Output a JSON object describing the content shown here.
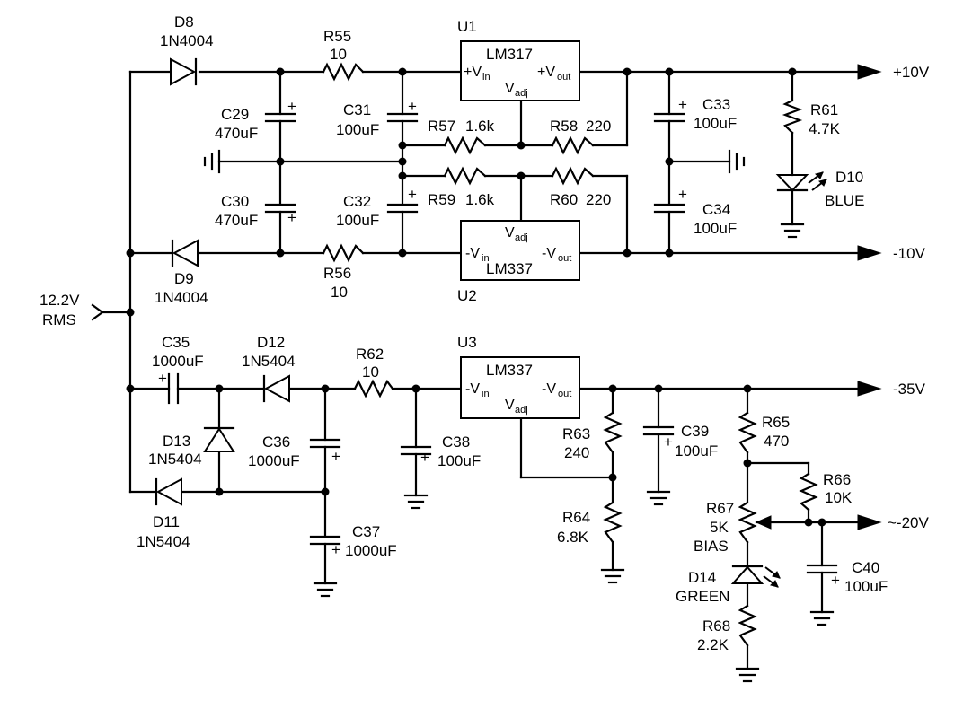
{
  "input": {
    "voltage": "12.2V",
    "unit": "RMS"
  },
  "outputs": {
    "plus10": "+10V",
    "minus10": "-10V",
    "minus35": "-35V",
    "minus20": "~-20V"
  },
  "ics": {
    "u1": {
      "ref": "U1",
      "part": "LM317",
      "vin": "+V",
      "vout": "+V",
      "vadj": "V"
    },
    "u2": {
      "ref": "U2",
      "part": "LM337",
      "vin": "-V",
      "vout": "-V",
      "vadj": "V"
    },
    "u3": {
      "ref": "U3",
      "part": "LM337",
      "vin": "-V",
      "vout": "-V",
      "vadj": "V"
    },
    "sub": {
      "in": "in",
      "out": "out",
      "adj": "adj"
    }
  },
  "diodes": {
    "d8": {
      "ref": "D8",
      "value": "1N4004"
    },
    "d9": {
      "ref": "D9",
      "value": "1N4004"
    },
    "d10": {
      "ref": "D10",
      "value": "BLUE"
    },
    "d11": {
      "ref": "D11",
      "value": "1N5404"
    },
    "d12": {
      "ref": "D12",
      "value": "1N5404"
    },
    "d13": {
      "ref": "D13",
      "value": "1N5404"
    },
    "d14": {
      "ref": "D14",
      "value": "GREEN"
    }
  },
  "resistors": {
    "r55": {
      "ref": "R55",
      "value": "10"
    },
    "r56": {
      "ref": "R56",
      "value": "10"
    },
    "r57": {
      "ref": "R57",
      "value": "1.6k"
    },
    "r58": {
      "ref": "R58",
      "value": "220"
    },
    "r59": {
      "ref": "R59",
      "value": "1.6k"
    },
    "r60": {
      "ref": "R60",
      "value": "220"
    },
    "r61": {
      "ref": "R61",
      "value": "4.7K"
    },
    "r62": {
      "ref": "R62",
      "value": "10"
    },
    "r63": {
      "ref": "R63",
      "value": "240"
    },
    "r64": {
      "ref": "R64",
      "value": "6.8K"
    },
    "r65": {
      "ref": "R65",
      "value": "470"
    },
    "r66": {
      "ref": "R66",
      "value": "10K"
    },
    "r67": {
      "ref": "R67",
      "value": "5K",
      "note": "BIAS"
    },
    "r68": {
      "ref": "R68",
      "value": "2.2K"
    }
  },
  "capacitors": {
    "c29": {
      "ref": "C29",
      "value": "470uF"
    },
    "c30": {
      "ref": "C30",
      "value": "470uF"
    },
    "c31": {
      "ref": "C31",
      "value": "100uF"
    },
    "c32": {
      "ref": "C32",
      "value": "100uF"
    },
    "c33": {
      "ref": "C33",
      "value": "100uF"
    },
    "c34": {
      "ref": "C34",
      "value": "100uF"
    },
    "c35": {
      "ref": "C35",
      "value": "1000uF"
    },
    "c36": {
      "ref": "C36",
      "value": "1000uF"
    },
    "c37": {
      "ref": "C37",
      "value": "1000uF"
    },
    "c38": {
      "ref": "C38",
      "value": "100uF"
    },
    "c39": {
      "ref": "C39",
      "value": "100uF"
    },
    "c40": {
      "ref": "C40",
      "value": "100uF"
    }
  },
  "polarity": {
    "plus": "+"
  }
}
